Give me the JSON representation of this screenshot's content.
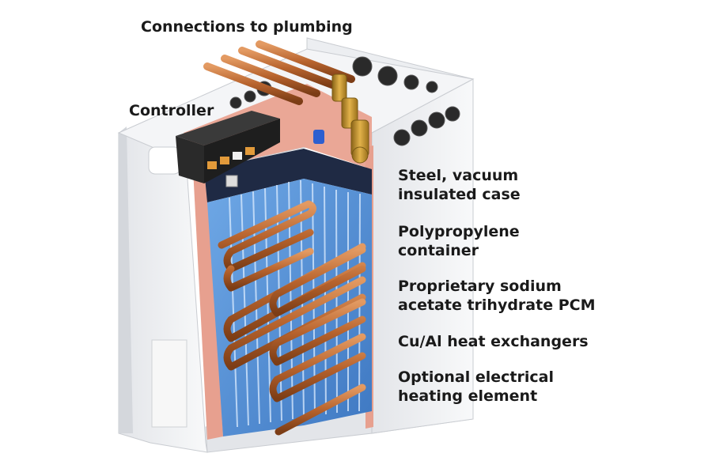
{
  "labels": {
    "plumbing": "Connections to plumbing",
    "controller": "Controller",
    "case_line1": "Steel, vacuum",
    "case_line2": "insulated case",
    "container_line1": "Polypropylene",
    "container_line2": "container",
    "pcm_line1": "Proprietary sodium",
    "pcm_line2": "acetate trihydrate PCM",
    "heat_exchangers": "Cu/Al heat exchangers",
    "heater_line1": "Optional electrical",
    "heater_line2": "heating element"
  },
  "colors": {
    "case": "#f1f2f4",
    "case_shadow": "#d9dbdf",
    "insulation": "#e9a596",
    "pcm_blue": "#4d8ed4",
    "pcm_dark": "#1f2a44",
    "copper": "#b8642e",
    "copper_light": "#e0935a",
    "brass": "#c9952c",
    "controller": "#2a2a2a",
    "text": "#1a1a1a"
  }
}
